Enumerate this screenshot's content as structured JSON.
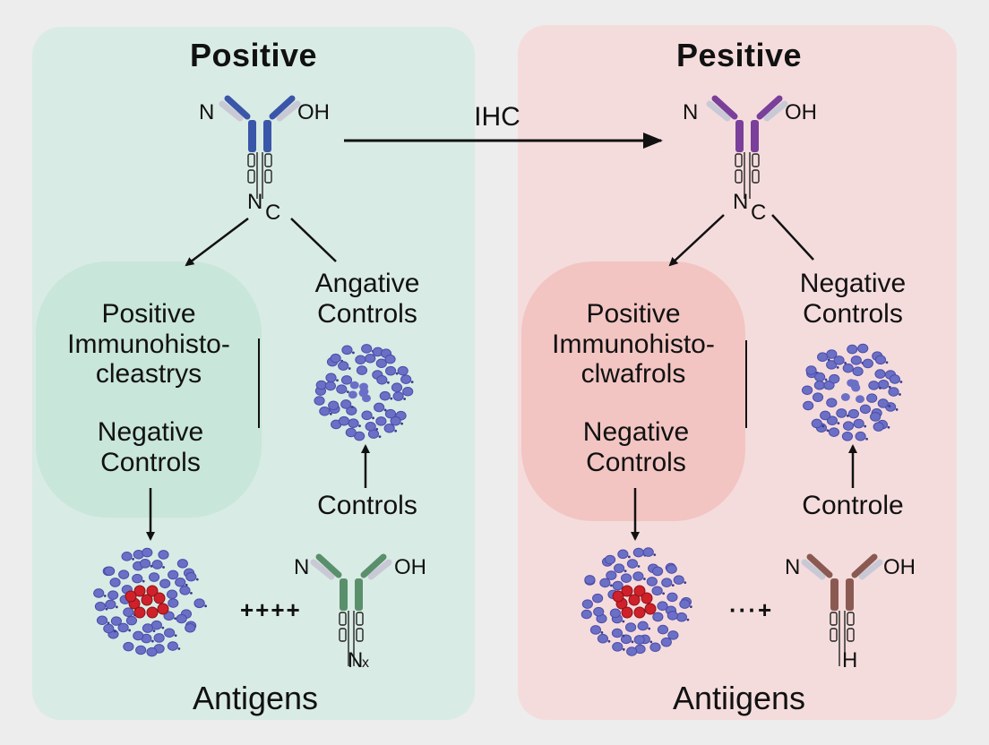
{
  "colors": {
    "left_panel": "#d9ebe5",
    "right_panel": "#f5dcdc",
    "left_blob": "#c8e6d9",
    "right_blob": "#f2c5c2",
    "antibody_blue": "#3a56a8",
    "antibody_purple": "#7a3f9a",
    "antibody_green": "#5a8f6c",
    "antibody_brown": "#8a5a52",
    "cell_blue": "#6b6fc6",
    "antigen_red": "#d0212a"
  },
  "left": {
    "title": "Positive",
    "blob_lines": [
      "Positive",
      "Immunohisto-",
      "cleastrys"
    ],
    "blob_negative_lines": [
      "Negative",
      "Controls"
    ],
    "side_lines": [
      "Angative",
      "Controls"
    ],
    "controls_label": "Controls",
    "dots": "++++",
    "bottom_label": "Antigens",
    "top_antibody": {
      "left": "N",
      "right": "OH",
      "bottom_n": "N",
      "bottom_c": "C",
      "icon": "antibody-icon"
    },
    "bottom_antibody": {
      "left": "N",
      "right": "OH",
      "bottom": "N",
      "bottom_sub": "x",
      "icon": "antibody-icon"
    }
  },
  "center": {
    "arrow_label": "IHC"
  },
  "right": {
    "title": "Pesitive",
    "blob_lines": [
      "Positive",
      "Immunohisto-",
      "clwafrols"
    ],
    "blob_negative_lines": [
      "Negative",
      "Controls"
    ],
    "side_lines": [
      "Negative",
      "Controls"
    ],
    "controls_label": "Controle",
    "dots": "···+",
    "bottom_label": "Antiigens",
    "top_antibody": {
      "left": "N",
      "right": "OH",
      "bottom_n": "N",
      "bottom_c": "C",
      "icon": "antibody-icon"
    },
    "bottom_antibody": {
      "left": "N",
      "right": "OH",
      "bottom": "H",
      "icon": "antibody-icon"
    }
  }
}
